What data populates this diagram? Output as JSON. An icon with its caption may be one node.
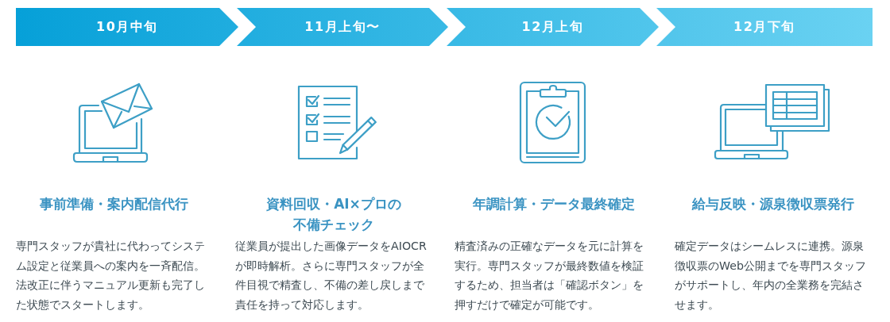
{
  "diagram": {
    "nodes": [
      {
        "text": [
          "10月中旬"
        ]
      },
      {
        "text": [
          "11月上旬〜"
        ]
      },
      {
        "text": [
          "12月上旬"
        ]
      },
      {
        "text": [
          "12月下旬"
        ]
      }
    ],
    "labels": [
      "事前準備・案内配信代行",
      "専門スタッフが貴社に代わってシステム設定と従業員への案内を一斉配信。法改正に伴うマニュアル更新も完了した状態でスタートします。",
      "資料回収・AI×プロの不備チェック",
      "従業員が提出した画像データをAIOCRが即時解析。さらに専門スタッフが全件目視で精査し、不備の差し戻しまで責任を持って対応します。",
      "年調計算・データ最終確定",
      "精査済みの正確なデータを元に計算を実行。専門スタッフが最終数値を検証するため、担当者は「確認ボタン」を押すだけで確定が可能です。",
      "給与反映・源泉徴収票発行",
      "確定データはシームレスに連携。源泉徴収票のWeb公開までを専門スタッフがサポートし、年内の全業務を完結させます。"
    ]
  }
}
